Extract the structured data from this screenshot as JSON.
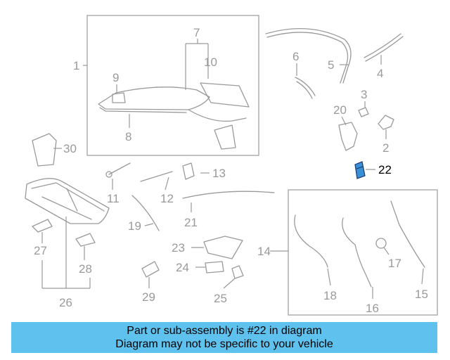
{
  "diagram": {
    "part_numbers": [
      "1",
      "2",
      "3",
      "4",
      "5",
      "6",
      "7",
      "8",
      "9",
      "10",
      "11",
      "12",
      "13",
      "14",
      "15",
      "16",
      "17",
      "18",
      "19",
      "20",
      "21",
      "22",
      "23",
      "24",
      "25",
      "26",
      "27",
      "28",
      "29",
      "30"
    ],
    "highlighted_part": "22"
  },
  "banner": {
    "line1": "Part or sub-assembly is #22 in diagram",
    "line2": "Diagram may not be specific to your vehicle"
  },
  "colors": {
    "banner_bg": "#5fc1ee",
    "line_gray": "#9a9a9a",
    "highlight_blue": "#3a8fd6"
  }
}
